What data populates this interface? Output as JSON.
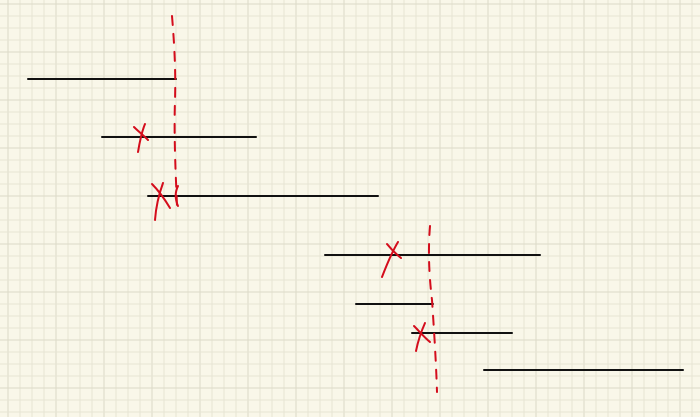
{
  "diagram": {
    "description_kind": "hand-drawn interval scheduling sketch",
    "colors": {
      "paper": "#f9f7e9",
      "grid_minor": "#e6e4d4",
      "grid_major": "#dcdac8",
      "interval_line": "#111111",
      "cut_marks": "#d40d1c"
    },
    "interval_count": 7,
    "cut_line_count": 2,
    "cross_mark_count": 4
  }
}
